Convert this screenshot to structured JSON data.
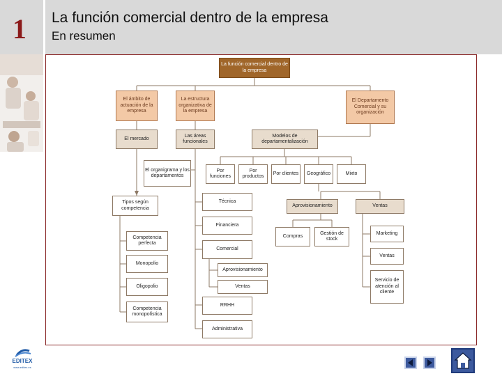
{
  "header": {
    "chapter_number": "1",
    "title": "La función comercial dentro de la empresa",
    "subtitle": "En resumen"
  },
  "diagram": {
    "root": "La función comercial dentro de la empresa",
    "branch_ambito": "El ámbito de actuación de la empresa",
    "branch_estructura": "La estructura organizativa de la empresa",
    "branch_departamento": "El Departamento Comercial y su organización",
    "el_mercado": "El mercado",
    "las_areas": "Las áreas funcionales",
    "modelos": "Modelos de departamentalización",
    "organigrama": "El organigrama y los departamentos",
    "por_funciones": "Por funciones",
    "por_productos": "Por productos",
    "por_clientes": "Por clientes",
    "geografico": "Geográfico",
    "mixto": "Mixto",
    "tipos": "Tipos según competencia",
    "tecnica": "Técnica",
    "financiera": "Financiera",
    "comercial": "Comercial",
    "aprovisionamiento_sub": "Aprovisionamiento",
    "ventas_sub": "Ventas",
    "rrhh": "RRHH",
    "administrativa": "Administrativa",
    "aprovisionamiento": "Aprovisionamiento",
    "ventas": "Ventas",
    "compras": "Compras",
    "gestion_stock": "Gestión de stock",
    "marketing": "Marketing",
    "ventas_leaf": "Ventas",
    "servicio": "Servicio de atención al cliente",
    "comp_perfecta": "Competencia perfecta",
    "monopolio": "Monopolio",
    "oligopolio": "Oligopolio",
    "comp_monopolistica": "Competencia monopolística"
  },
  "footer": {
    "logo_text": "EDITEX",
    "logo_url": "www.editex.es"
  },
  "colors": {
    "root_fill": "#a0662a",
    "branch_fill": "#f3c9a6",
    "node_fill": "#e8dccd",
    "frame_border": "#8b2a2a",
    "nav_fill": "#3d5a9e"
  }
}
